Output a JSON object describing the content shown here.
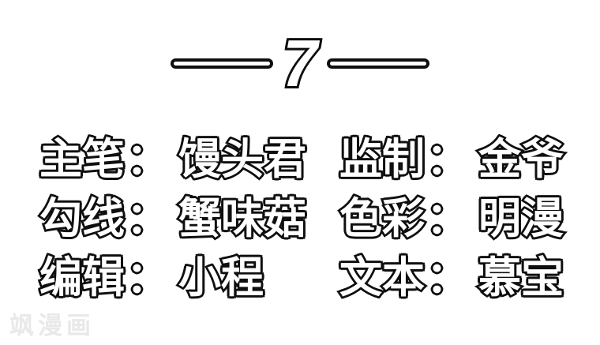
{
  "page": {
    "background": "#ffffff",
    "outline_color": "#0f0f0f",
    "glyph_fill": "#ffffff"
  },
  "title": {
    "number": "7",
    "decoration": "horizontal-dash-left-and-right"
  },
  "credits": {
    "colon": "：",
    "rows": [
      {
        "left_label": "主笔",
        "left_name": "馒头君",
        "right_label": "监制",
        "right_name": "金爷"
      },
      {
        "left_label": "勾线",
        "left_name": "蟹味菇",
        "right_label": "色彩",
        "right_name": "明漫"
      },
      {
        "left_label": "编辑",
        "left_name": "小程",
        "right_label": "文本",
        "right_name": "慕宝"
      }
    ]
  },
  "watermark": {
    "text": "飒漫画",
    "color": "#e9e9e9"
  }
}
